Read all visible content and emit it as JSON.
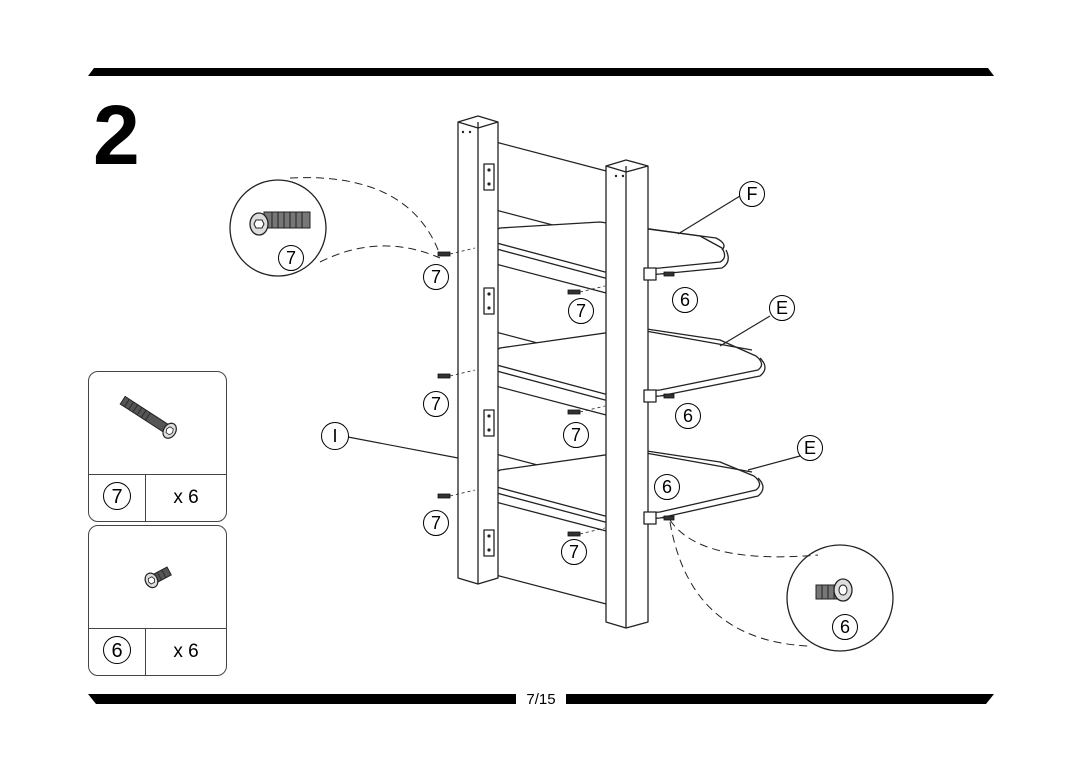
{
  "step": {
    "number": "2"
  },
  "footer": {
    "page": "7/15"
  },
  "hardware": [
    {
      "code": "7",
      "quantity": "x 6",
      "icon": "long-hex-bolt-icon"
    },
    {
      "code": "6",
      "quantity": "x 6",
      "icon": "short-hex-bolt-icon"
    }
  ],
  "zoom_callouts": [
    {
      "code": "7",
      "icon": "long-bolt-zoom-icon"
    },
    {
      "code": "6",
      "icon": "short-bolt-zoom-icon"
    }
  ],
  "part_labels": {
    "frame": "I",
    "shelf_top": "F",
    "shelf_middle": "E",
    "shelf_bottom": "E"
  },
  "screw_labels": {
    "left_1": "7",
    "left_2": "7",
    "left_3": "7",
    "center_1": "7",
    "center_2": "7",
    "center_3": "7",
    "right_1": "6",
    "right_2": "6",
    "right_3": "6"
  }
}
